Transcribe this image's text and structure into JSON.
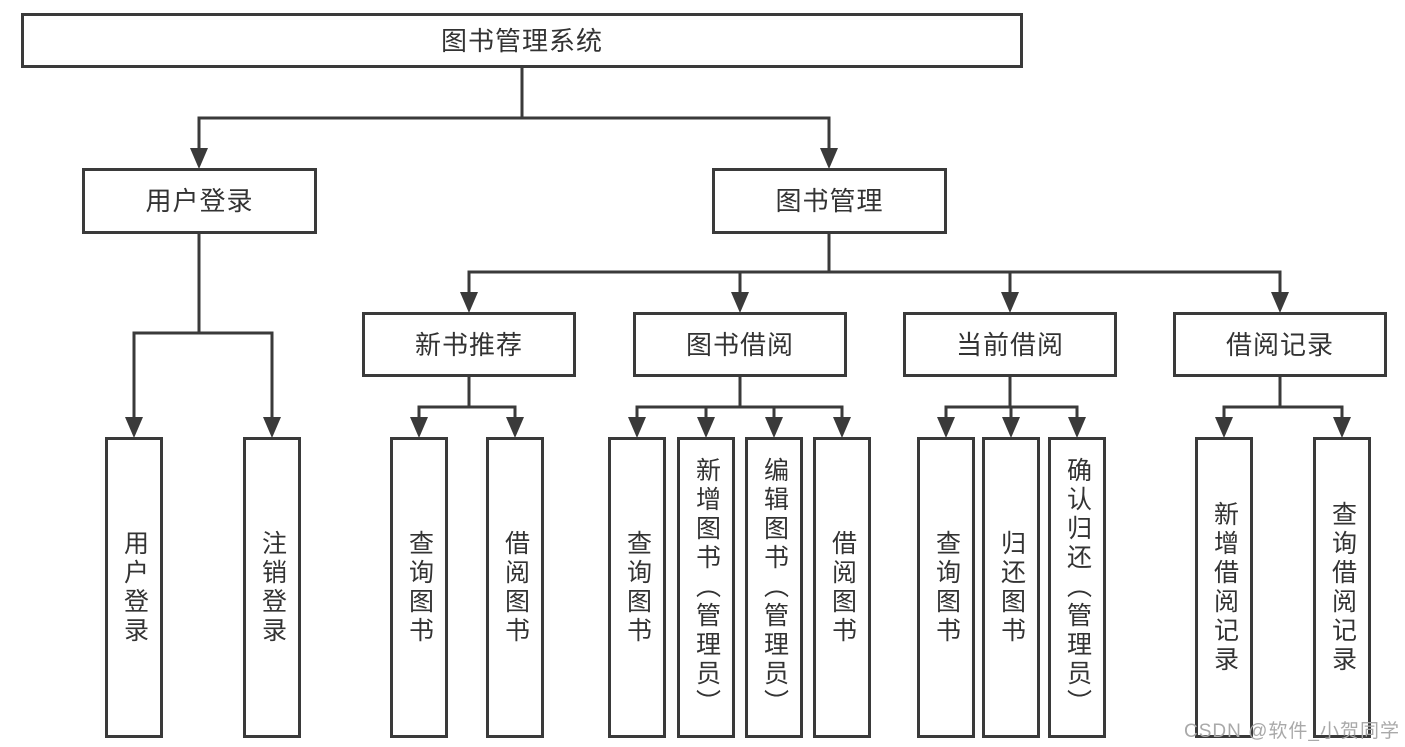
{
  "diagram": {
    "title": "图书管理系统",
    "level2": [
      {
        "label": "用户登录"
      },
      {
        "label": "图书管理"
      }
    ],
    "level3": [
      {
        "label": "新书推荐"
      },
      {
        "label": "图书借阅"
      },
      {
        "label": "当前借阅"
      },
      {
        "label": "借阅记录"
      }
    ],
    "level4": [
      {
        "label": "用户登录"
      },
      {
        "label": "注销登录"
      },
      {
        "label": "查询图书"
      },
      {
        "label": "借阅图书"
      },
      {
        "label": "查询图书"
      },
      {
        "label": "新增图书（管理员）"
      },
      {
        "label": "编辑图书（管理员）"
      },
      {
        "label": "借阅图书"
      },
      {
        "label": "查询图书"
      },
      {
        "label": "归还图书"
      },
      {
        "label": "确认归还（管理员）"
      },
      {
        "label": "新增借阅记录"
      },
      {
        "label": "查询借阅记录"
      }
    ]
  },
  "watermark": {
    "text": "CSDN @软件_小贺同学"
  },
  "colors": {
    "line": "#3a3a3a",
    "text": "#333333",
    "watermark": "#a9a9a9",
    "background": "#ffffff"
  }
}
